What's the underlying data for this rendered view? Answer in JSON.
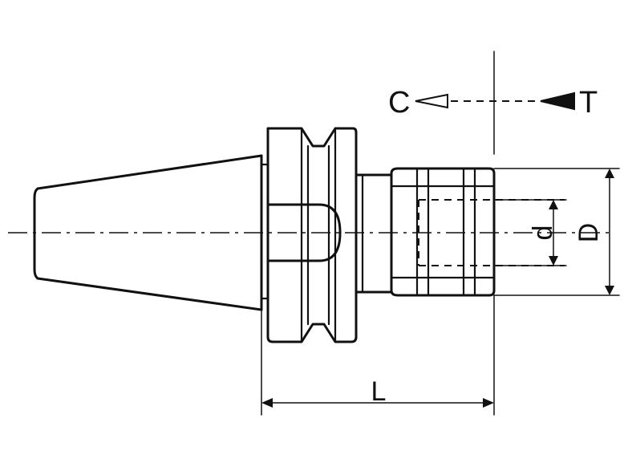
{
  "labels": {
    "c": "C",
    "t": "T",
    "d_small": "d",
    "d_large": "D",
    "length": "L"
  },
  "colors": {
    "line": "#111111",
    "background": "#ffffff"
  }
}
